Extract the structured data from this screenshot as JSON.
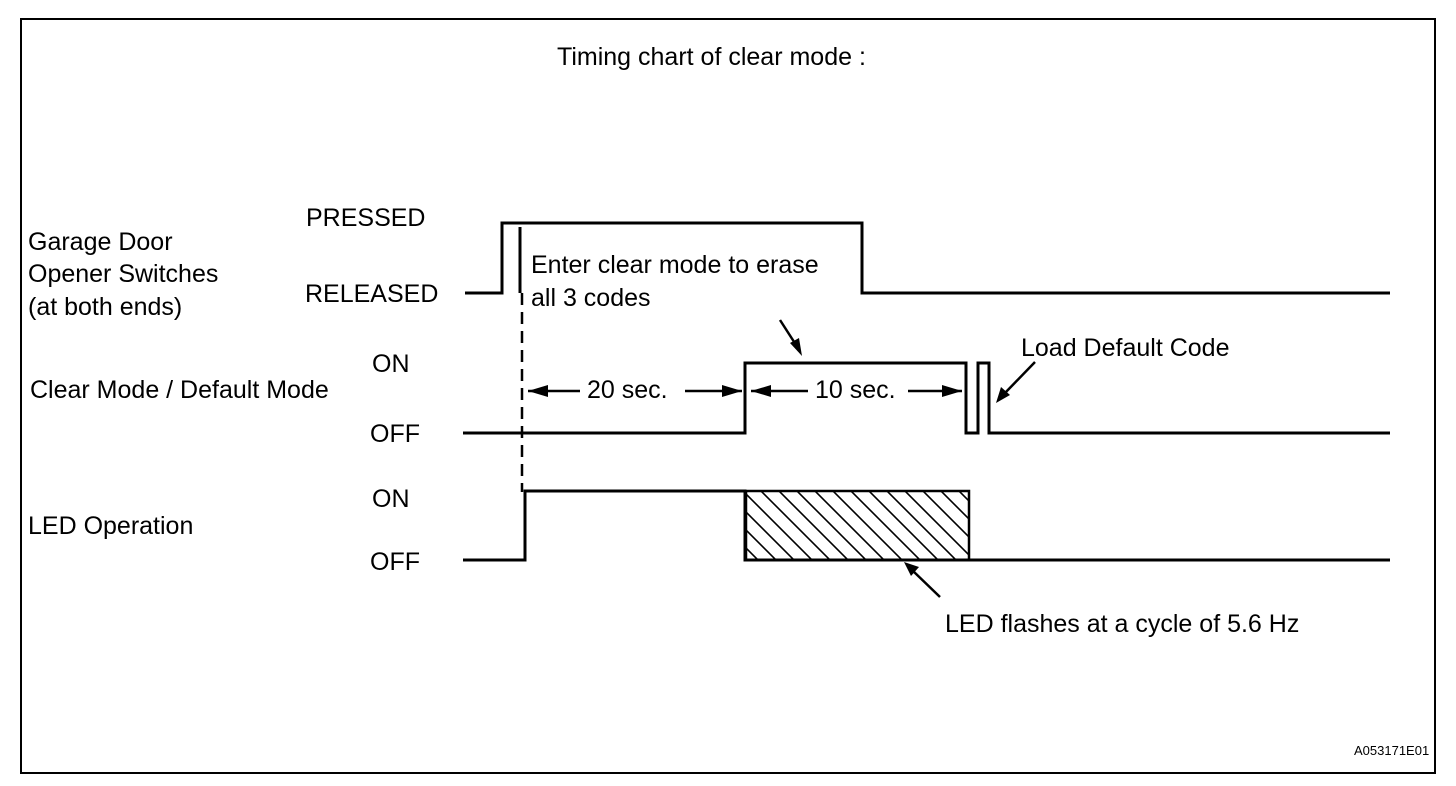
{
  "title": "Timing chart of clear mode :",
  "signals": {
    "garage": {
      "label_lines": [
        "Garage Door",
        "Opener Switches",
        "(at both ends)"
      ],
      "high_state": "PRESSED",
      "low_state": "RELEASED"
    },
    "clear_mode": {
      "label": "Clear Mode / Default Mode",
      "high_state": "ON",
      "low_state": "OFF"
    },
    "led": {
      "label": "LED Operation",
      "high_state": "ON",
      "low_state": "OFF"
    }
  },
  "annotations": {
    "enter_clear_lines": [
      "Enter clear mode to erase",
      "all 3 codes"
    ],
    "interval_20": "20 sec.",
    "interval_10": "10 sec.",
    "load_default": "Load Default Code",
    "led_flash": "LED flashes at a cycle of 5.6 Hz"
  },
  "figure_id": "A053171E01",
  "colors": {
    "line": "#000000",
    "background": "#ffffff"
  }
}
